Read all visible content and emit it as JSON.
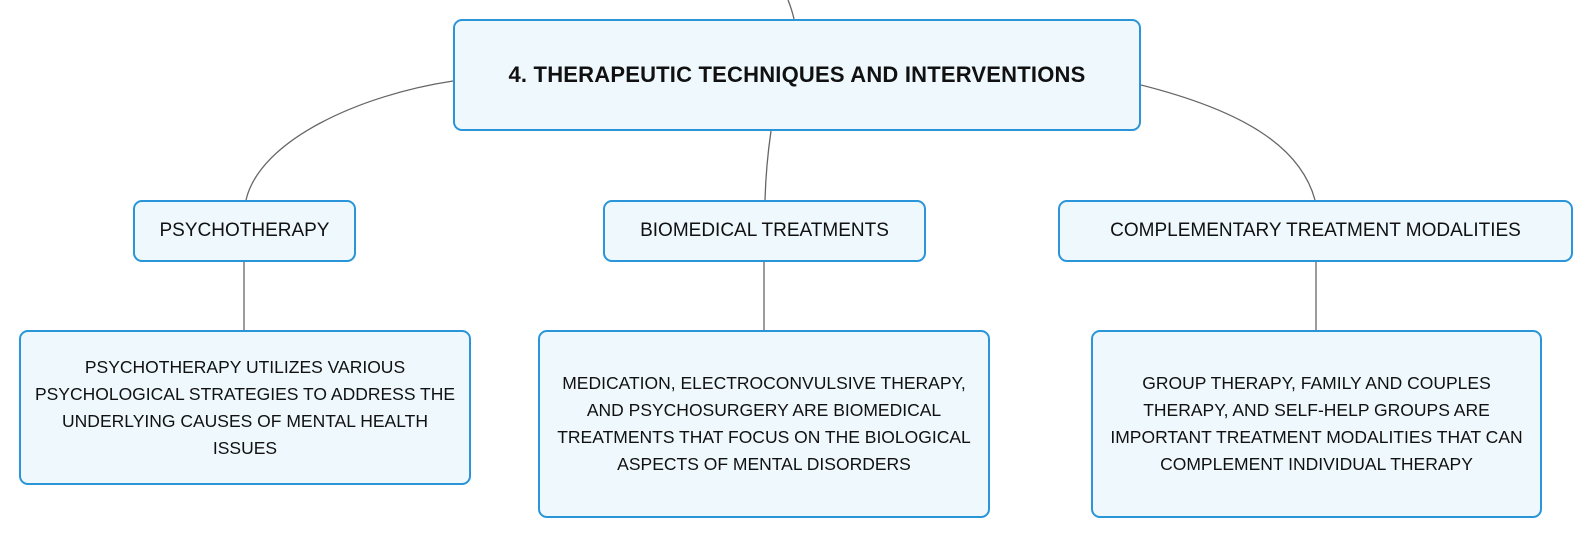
{
  "colors": {
    "node_fill": "#eef8fd",
    "node_border": "#2a95d8",
    "connector": "#666666",
    "text": "#111111"
  },
  "diagram": {
    "root": {
      "label": "4. THERAPEUTIC TECHNIQUES AND INTERVENTIONS"
    },
    "branches": [
      {
        "label": "PSYCHOTHERAPY",
        "detail": "PSYCHOTHERAPY UTILIZES VARIOUS PSYCHOLOGICAL STRATEGIES TO ADDRESS THE UNDERLYING CAUSES OF MENTAL HEALTH ISSUES"
      },
      {
        "label": "BIOMEDICAL TREATMENTS",
        "detail": "MEDICATION, ELECTROCONVULSIVE THERAPY, AND PSYCHOSURGERY ARE BIOMEDICAL TREATMENTS THAT FOCUS ON THE BIOLOGICAL ASPECTS OF MENTAL DISORDERS"
      },
      {
        "label": "COMPLEMENTARY TREATMENT MODALITIES",
        "detail": "GROUP THERAPY, FAMILY AND COUPLES THERAPY, AND SELF-HELP GROUPS ARE IMPORTANT TREATMENT MODALITIES THAT CAN COMPLEMENT INDIVIDUAL THERAPY"
      }
    ]
  }
}
